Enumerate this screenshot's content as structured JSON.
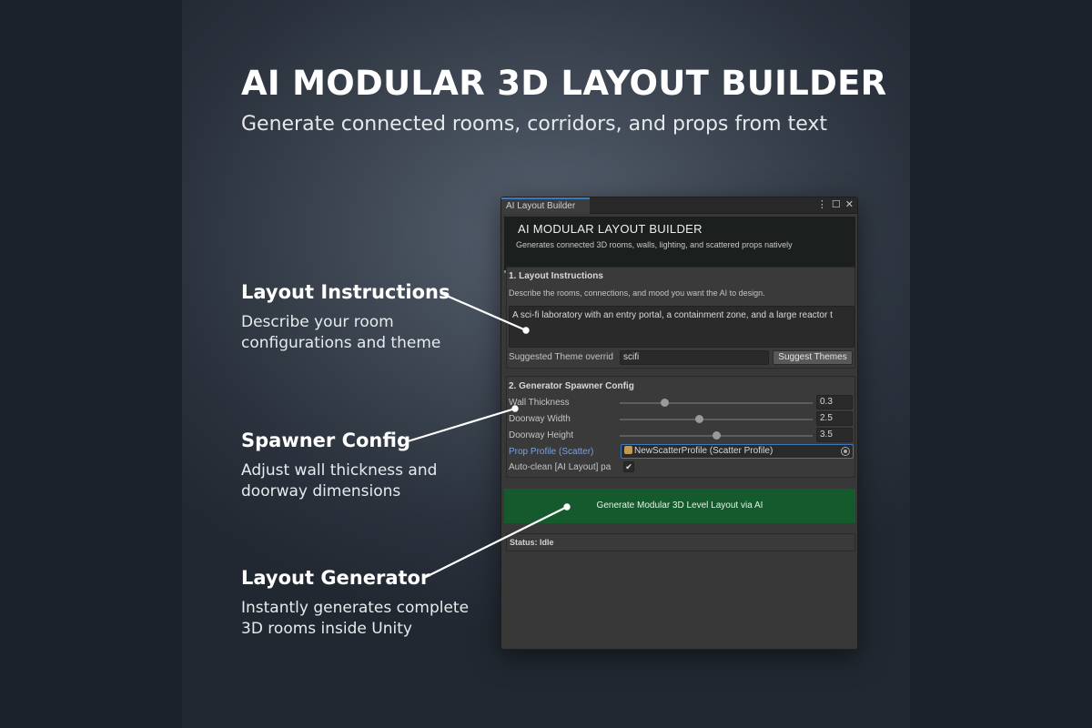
{
  "hero": {
    "title": "AI MODULAR 3D LAYOUT BUILDER",
    "subtitle": "Generate connected rooms, corridors, and props from text"
  },
  "callouts": [
    {
      "title": "Layout Instructions",
      "line1": "Describe your room",
      "line2": "configurations and theme"
    },
    {
      "title": "Spawner Config",
      "line1": "Adjust wall thickness and",
      "line2": "doorway dimensions"
    },
    {
      "title": "Layout Generator",
      "line1": "Instantly generates complete",
      "line2": "3D rooms inside Unity"
    }
  ],
  "window": {
    "tab_label": "AI Layout Builder",
    "icons": [
      "kebab-menu-icon",
      "maximize-icon",
      "close-icon"
    ],
    "header_title": "AI MODULAR LAYOUT BUILDER",
    "header_subtitle": "Generates connected 3D rooms, walls, lighting, and scattered props natively",
    "accent_color": "#2fb84a"
  },
  "section1": {
    "title": "1. Layout Instructions",
    "description": "Describe the rooms, connections, and mood you want the AI to design.",
    "prompt_value": "A sci-fi laboratory with an entry portal, a containment zone, and a large reactor t",
    "theme_label": "Suggested Theme overrid",
    "theme_value": "scifi",
    "suggest_button": "Suggest Themes"
  },
  "section2": {
    "title": "2. Generator Spawner Config",
    "sliders": [
      {
        "label": "Wall Thickness",
        "value": "0.3",
        "fraction": 0.23
      },
      {
        "label": "Doorway Width",
        "value": "2.5",
        "fraction": 0.41
      },
      {
        "label": "Doorway Height",
        "value": "3.5",
        "fraction": 0.5
      }
    ],
    "prop_profile_label": "Prop Profile (Scatter)",
    "prop_profile_value": "NewScatterProfile (Scatter Profile)",
    "autoclean_label": "Auto-clean [AI Layout] pa",
    "autoclean_checked": "✔"
  },
  "generate_button": "Generate Modular 3D Level Layout via AI",
  "generate_color": "#155a2c",
  "status": "Status: Idle"
}
